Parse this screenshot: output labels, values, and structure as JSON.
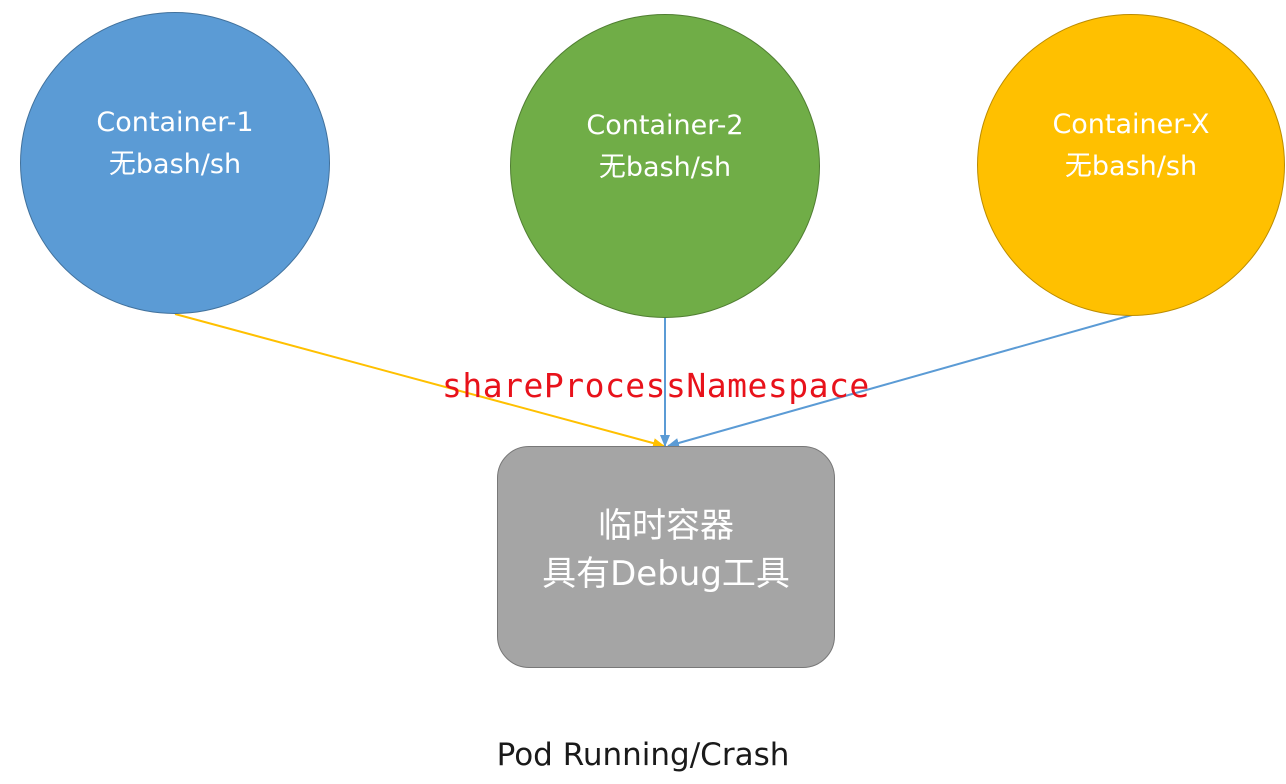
{
  "nodes": {
    "container_1": {
      "line1": "Container-1",
      "line2": "无bash/sh"
    },
    "container_2": {
      "line1": "Container-2",
      "line2": "无bash/sh"
    },
    "container_x": {
      "line1": "Container-X",
      "line2": "无bash/sh"
    },
    "ephemeral": {
      "line1": "临时容器",
      "line2": "具有Debug工具"
    }
  },
  "edge_label": "shareProcessNamespace",
  "footer": "Pod Running/Crash",
  "colors": {
    "container_1": "#5b9bd5",
    "container_2": "#70ad47",
    "container_x": "#ffc000",
    "ephemeral": "#a5a5a5",
    "edge_yellow": "#ffc000",
    "edge_blue": "#5b9bd5",
    "label_red": "#e8121b"
  }
}
